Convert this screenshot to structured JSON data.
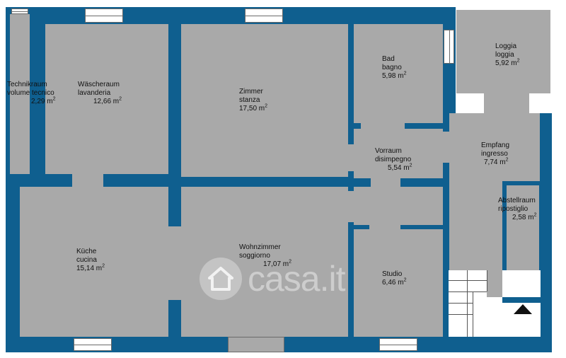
{
  "rooms": [
    {
      "id": "technikraum",
      "name_de": "Technikraum",
      "name_it": "volume tecnico",
      "area": "2,29 m",
      "unit_sup": "2"
    },
    {
      "id": "waescheraum",
      "name_de": "Wäscheraum",
      "name_it": "lavanderia",
      "area": "12,66 m",
      "unit_sup": "2"
    },
    {
      "id": "zimmer",
      "name_de": "Zimmer",
      "name_it": "stanza",
      "area": "17,50 m",
      "unit_sup": "2"
    },
    {
      "id": "bad",
      "name_de": "Bad",
      "name_it": "bagno",
      "area": "5,98 m",
      "unit_sup": "2"
    },
    {
      "id": "loggia",
      "name_de": "Loggia",
      "name_it": "loggia",
      "area": "5,92 m",
      "unit_sup": "2"
    },
    {
      "id": "vorraum",
      "name_de": "Vorraum",
      "name_it": "disimpegno",
      "area": "5,54 m",
      "unit_sup": "2"
    },
    {
      "id": "empfang",
      "name_de": "Empfang",
      "name_it": "ingresso",
      "area": "7,74 m",
      "unit_sup": "2"
    },
    {
      "id": "abstellraum",
      "name_de": "Abstellraum",
      "name_it": "ripostiglio",
      "area": "2,58 m",
      "unit_sup": "2"
    },
    {
      "id": "kueche",
      "name_de": "Küche",
      "name_it": "cucina",
      "area": "15,14 m",
      "unit_sup": "2"
    },
    {
      "id": "wohnzimmer",
      "name_de": "Wohnzimmer",
      "name_it": "soggiorno",
      "area": "17,07 m",
      "unit_sup": "2"
    },
    {
      "id": "studio",
      "name_de": "Studio",
      "name_it": "",
      "area": "6,46 m",
      "unit_sup": "2"
    }
  ],
  "watermark": {
    "brand": "casa.it",
    "icon": "house-logo-icon"
  },
  "colors": {
    "wall": "#0f5f8f",
    "room": "#a9a9a9",
    "background": "#ffffff"
  }
}
